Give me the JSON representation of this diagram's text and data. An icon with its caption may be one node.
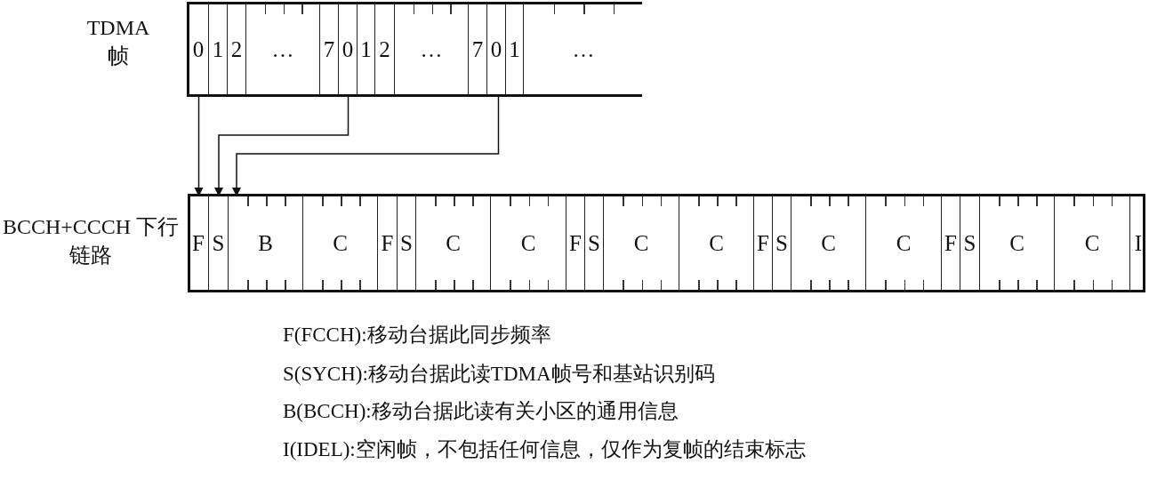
{
  "diagram": {
    "nodes": [
      {
        "text": [
          "TDMA 帧"
        ]
      },
      {
        "text": [
          "0"
        ],
        "in": 0
      },
      {
        "text": [
          "1"
        ],
        "in": 0
      },
      {
        "text": [
          "2"
        ],
        "in": 0
      },
      {
        "text": [
          "…"
        ],
        "in": 0
      },
      {
        "text": [
          "7"
        ],
        "in": 0
      },
      {
        "text": [
          "0"
        ],
        "in": 0
      },
      {
        "text": [
          "1"
        ],
        "in": 0
      },
      {
        "text": [
          "2"
        ],
        "in": 0
      },
      {
        "text": [
          "…"
        ],
        "in": 0
      },
      {
        "text": [
          "7"
        ],
        "in": 0
      },
      {
        "text": [
          "0"
        ],
        "in": 0
      },
      {
        "text": [
          "1"
        ],
        "in": 0
      },
      {
        "text": [
          "…"
        ],
        "in": 0
      },
      {
        "text": [
          "BCCH+CCCH 下行链路"
        ]
      },
      {
        "text": [
          "F"
        ],
        "in": 14
      },
      {
        "text": [
          "S"
        ],
        "in": 14
      },
      {
        "text": [
          "B"
        ],
        "in": 14
      },
      {
        "text": [
          "C"
        ],
        "in": 14
      },
      {
        "text": [
          "F"
        ],
        "in": 14
      },
      {
        "text": [
          "S"
        ],
        "in": 14
      },
      {
        "text": [
          "C"
        ],
        "in": 14
      },
      {
        "text": [
          "C"
        ],
        "in": 14
      },
      {
        "text": [
          "F"
        ],
        "in": 14
      },
      {
        "text": [
          "S"
        ],
        "in": 14
      },
      {
        "text": [
          "C"
        ],
        "in": 14
      },
      {
        "text": [
          "C"
        ],
        "in": 14
      },
      {
        "text": [
          "F"
        ],
        "in": 14
      },
      {
        "text": [
          "S"
        ],
        "in": 14
      },
      {
        "text": [
          "C"
        ],
        "in": 14
      },
      {
        "text": [
          "C"
        ],
        "in": 14
      },
      {
        "text": [
          "F"
        ],
        "in": 14
      },
      {
        "text": [
          "S"
        ],
        "in": 14
      },
      {
        "text": [
          "C"
        ],
        "in": 14
      },
      {
        "text": [
          "C"
        ],
        "in": 14
      },
      {
        "text": [
          "I"
        ],
        "in": 14
      }
    ],
    "edges": [
      {
        "from": 1,
        "to": 15,
        "arrow": "to"
      },
      {
        "from": 6,
        "to": 16,
        "arrow": "to"
      },
      {
        "from": 11,
        "to": 17,
        "arrow": "to"
      }
    ],
    "labels": [
      "F(FCCH):移动台据此同步频率",
      "S(SYCH):移动台据此读TDMA帧号和基站识别码",
      "B(BCCH):移动台据此读有关小区的通用信息",
      "I(IDEL):空闲帧，不包括任何信息，仅作为复帧的结束标志"
    ]
  }
}
